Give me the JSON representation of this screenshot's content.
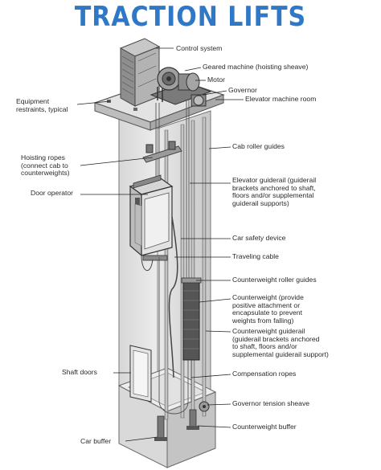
{
  "title": "TRACTION LIFTS",
  "labels": {
    "control_system": "Control system",
    "geared_machine": "Geared machine (hoisting sheave)",
    "motor": "Motor",
    "governor": "Governor",
    "machine_room": "Elevator machine room",
    "equipment_restraints": "Equipment\nrestraints, typical",
    "cab_roller_guides": "Cab roller guides",
    "hoisting_ropes": "Hoisting ropes\n(connect cab to\ncounterweights)",
    "elevator_guiderail": "Elevator guiderail (guiderail\nbrackets anchored to shaft,\nfloors and/or supplemental\nguiderail supports)",
    "door_operator": "Door operator",
    "car_safety_device": "Car safety device",
    "traveling_cable": "Traveling cable",
    "counterweight_roller_guides": "Counterweight roller guides",
    "counterweight": "Counterweight (provide\npositive attachment or\nencapsulate to prevent\nweights from falling)",
    "counterweight_guiderail": "Counterweight guiderail\n(guiderail brackets anchored\nto shaft, floors and/or\nsupplemental guiderail support)",
    "shaft_doors": "Shaft doors",
    "compensation_ropes": "Compensation ropes",
    "governor_tension_sheave": "Governor tension sheave",
    "counterweight_buffer": "Counterweight buffer",
    "car_buffer": "Car buffer"
  }
}
